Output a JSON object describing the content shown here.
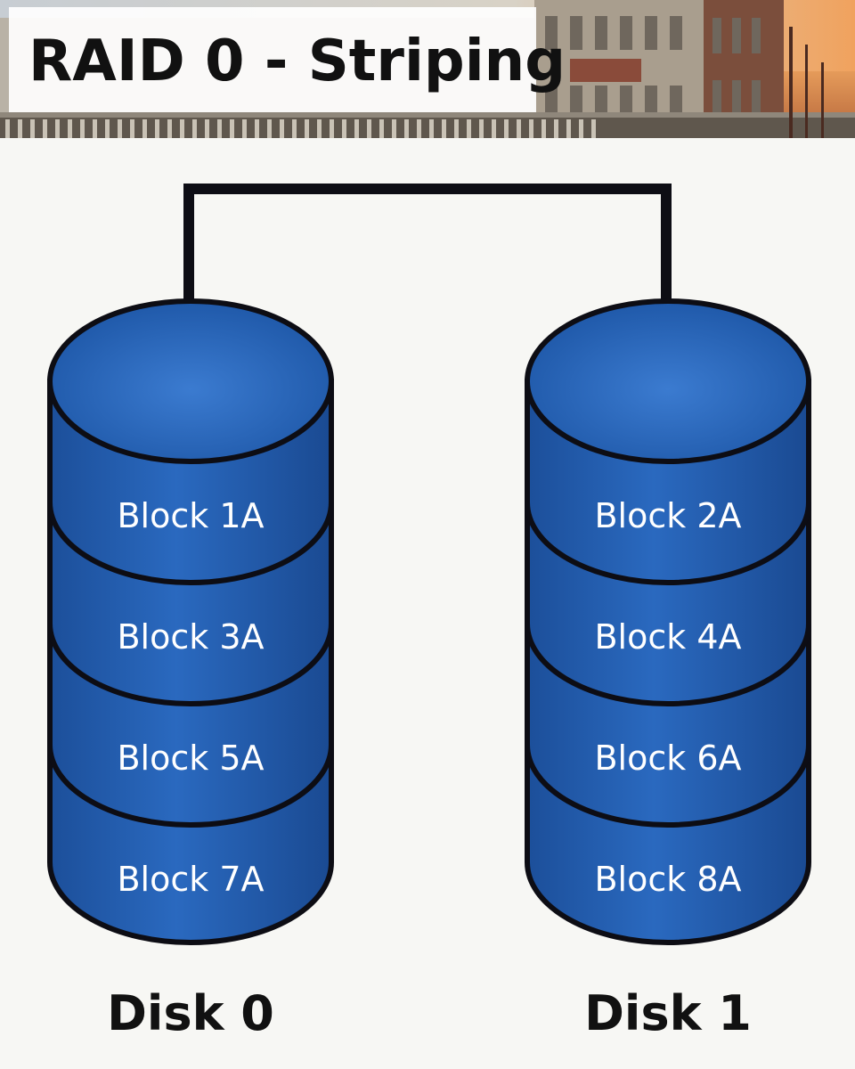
{
  "title": "RAID 0 - Striping",
  "disks": [
    {
      "label": "Disk 0",
      "blocks": [
        "Block 1A",
        "Block 3A",
        "Block 5A",
        "Block 7A"
      ]
    },
    {
      "label": "Disk 1",
      "blocks": [
        "Block 2A",
        "Block 4A",
        "Block 6A",
        "Block 8A"
      ]
    }
  ],
  "colors": {
    "disk_fill": "#2463b5",
    "disk_light": "#4e8ad6",
    "disk_dark": "#123f82",
    "outline": "#0d0d14",
    "connector": "#0d0d14"
  }
}
